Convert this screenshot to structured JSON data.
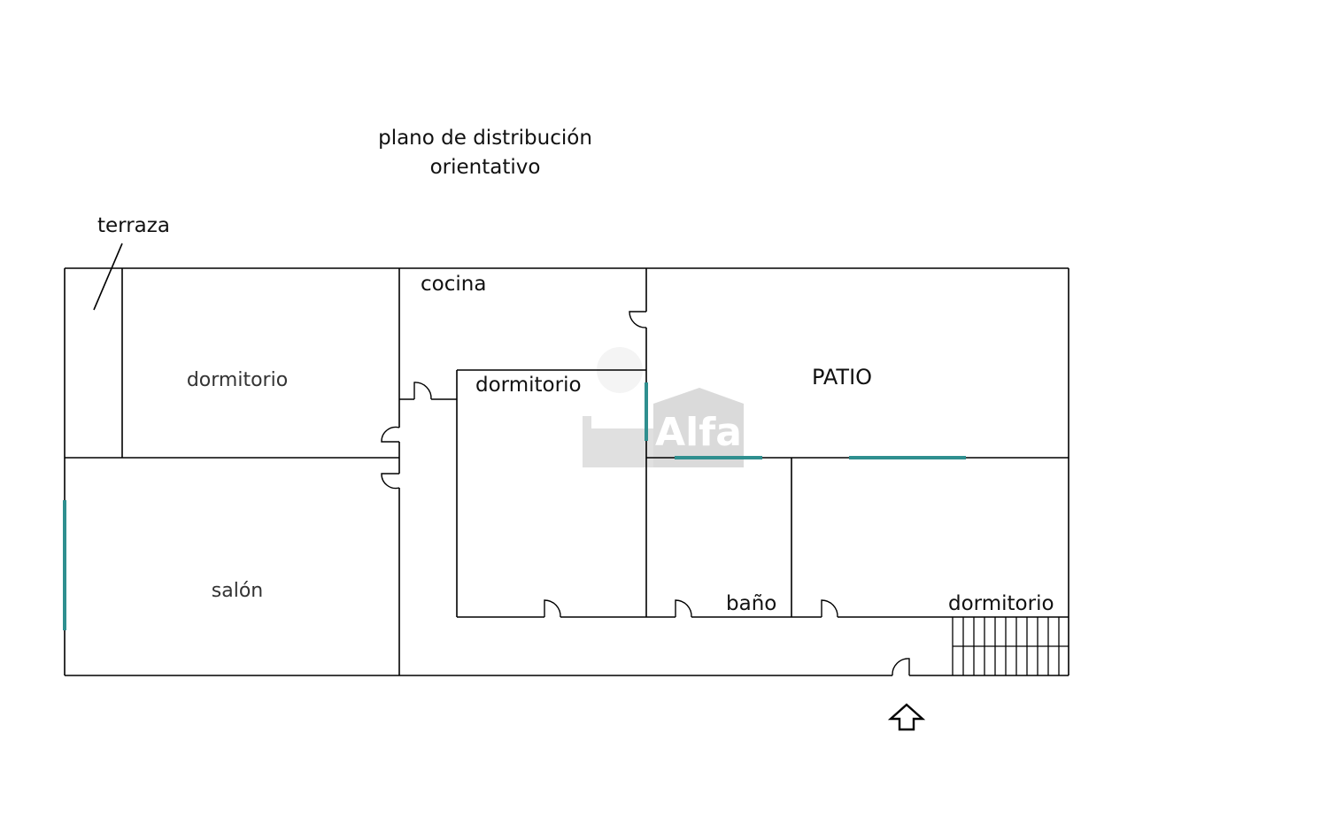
{
  "title": {
    "line1": "plano de distribución",
    "line2": "orientativo"
  },
  "rooms": {
    "terraza": "terraza",
    "cocina": "cocina",
    "dormitorio_1": "dormitorio",
    "dormitorio_2": "dormitorio",
    "dormitorio_3": "dormitorio",
    "patio": "PATIO",
    "salon": "salón",
    "bano": "baño"
  },
  "watermark": "Alfa",
  "colors": {
    "walls": "#000000",
    "windows": "#2f8f8f",
    "watermark": "#bfbfbf"
  },
  "icons": {
    "entrance": "arrow-up-outline-icon"
  }
}
